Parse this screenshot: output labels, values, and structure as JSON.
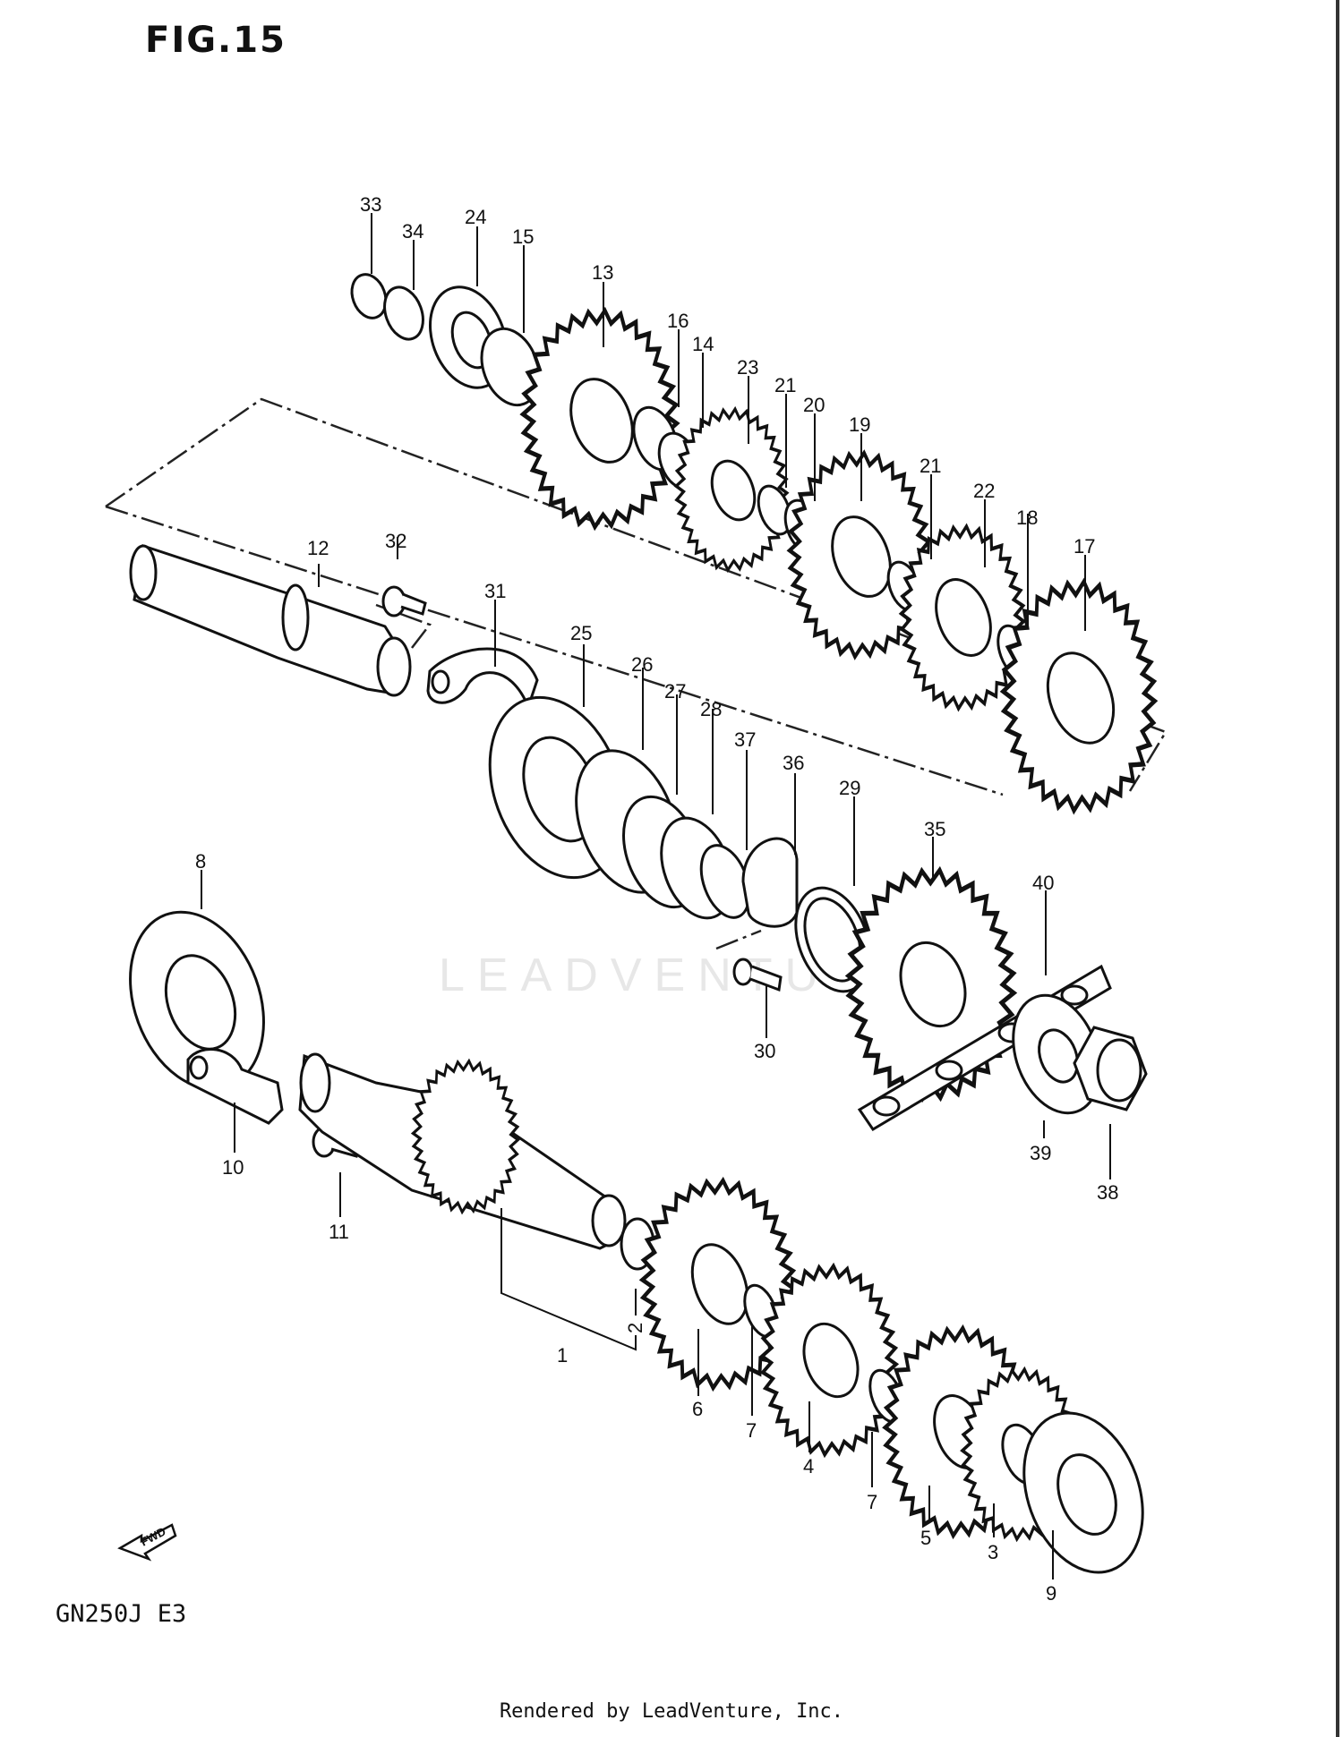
{
  "figure": {
    "title": "FIG.15",
    "model": "GN250J E3"
  },
  "footer": "Rendered by LeadVenture, Inc.",
  "watermark": "LEADVENTURE",
  "fwd_label": "FWD",
  "callouts": [
    "33",
    "34",
    "24",
    "15",
    "13",
    "16",
    "14",
    "23",
    "21",
    "20",
    "19",
    "21",
    "22",
    "18",
    "17",
    "12",
    "32",
    "31",
    "25",
    "26",
    "27",
    "28",
    "37",
    "36",
    "29",
    "35",
    "40",
    "8",
    "30",
    "10",
    "11",
    "39",
    "38",
    "2",
    "1",
    "6",
    "7",
    "4",
    "7",
    "5",
    "3",
    "9"
  ]
}
